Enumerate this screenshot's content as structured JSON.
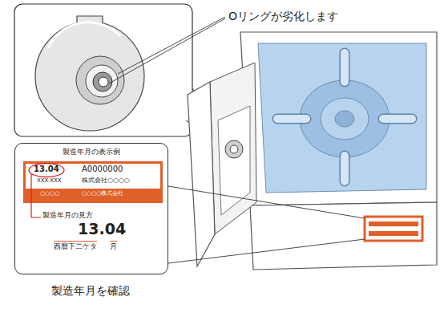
{
  "diagram": {
    "nodes": [
      {
        "text": [
          "製造年月の表示例",
          "製造年月の見方",
          "13.04",
          "西暦下二ケタ",
          "月"
        ]
      },
      {
        "text": [
          "13.04",
          "A0000000",
          "XXX-XXX",
          "株式会社○○○○",
          "○○○○",
          "○○○○株式会社"
        ],
        "in": 0
      }
    ],
    "labels": [
      "Oリングが劣化します",
      "製造年月を確認"
    ]
  }
}
